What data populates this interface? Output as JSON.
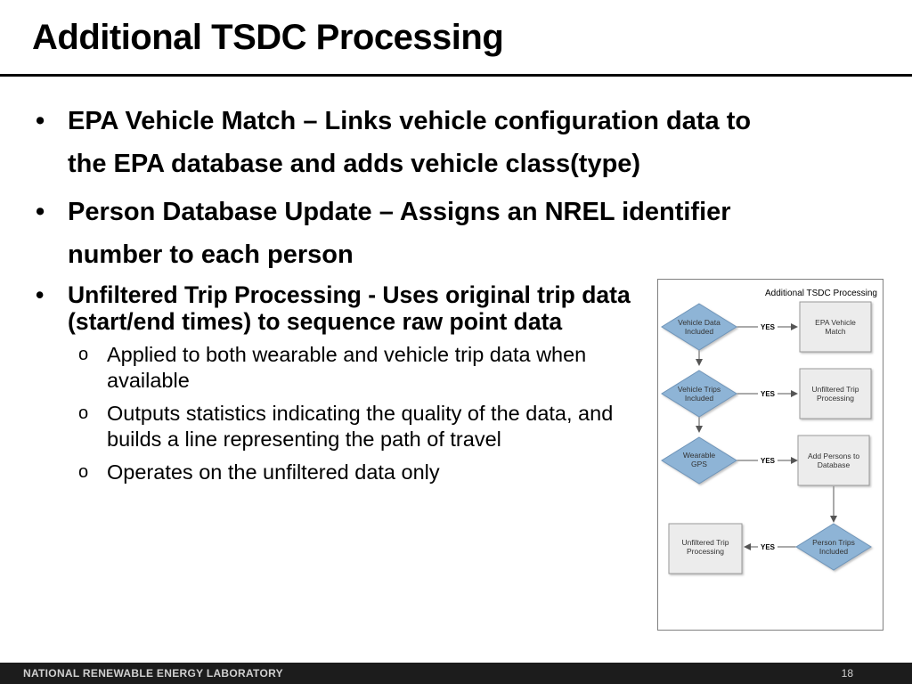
{
  "title": "Additional TSDC Processing",
  "bullets": [
    "EPA Vehicle Match – Links vehicle configuration data to the EPA database and adds vehicle class(type)",
    "Person Database Update – Assigns an NREL identifier number to each person",
    "Unfiltered Trip Processing - Uses original trip data (start/end times) to sequence raw point data"
  ],
  "sub_bullets": [
    "Applied to both wearable and vehicle trip data when available",
    "Outputs statistics indicating the quality of the data, and builds a line representing the path of travel",
    "Operates on the unfiltered data only"
  ],
  "diagram": {
    "title": "Additional TSDC Processing",
    "decisions": [
      {
        "line1": "Vehicle Data",
        "line2": "Included"
      },
      {
        "line1": "Vehicle Trips",
        "line2": "Included"
      },
      {
        "line1": "Wearable",
        "line2": "GPS"
      },
      {
        "line1": "Person Trips",
        "line2": "Included"
      }
    ],
    "boxes": [
      {
        "line1": "EPA Vehicle",
        "line2": "Match"
      },
      {
        "line1": "Unfiltered Trip",
        "line2": "Processing"
      },
      {
        "line1": "Add Persons to",
        "line2": "Database"
      },
      {
        "line1": "Unfiltered Trip",
        "line2": "Processing"
      }
    ],
    "yes_label": "YES"
  },
  "footer": {
    "org": "NATIONAL RENEWABLE ENERGY LABORATORY",
    "page": "18"
  },
  "colors": {
    "diamond_fill": "#8eb4d6",
    "diamond_stroke": "#6f95b9",
    "box_fill": "#ececec",
    "footer_bg": "#1c1c1c"
  }
}
